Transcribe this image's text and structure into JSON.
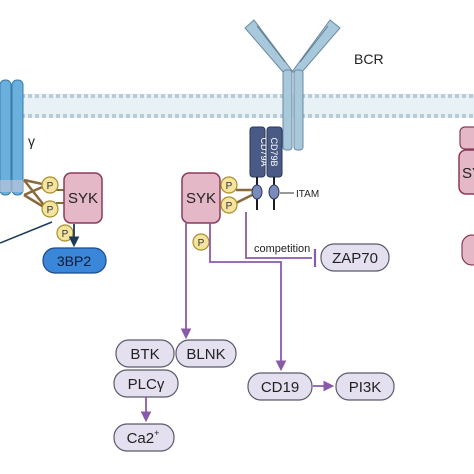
{
  "labels": {
    "bcr": "BCR",
    "gamma": "γ",
    "cd79a": "CD79A",
    "cd79b": "CD79B",
    "itam": "ITAM",
    "competition": "competition",
    "p": "P"
  },
  "nodes": {
    "syk_left": "SYK",
    "syk_center": "SYK",
    "syk_right_partial": "SY",
    "bp2": "3BP2",
    "zap70": "ZAP70",
    "btk": "BTK",
    "blnk": "BLNK",
    "plcg": "PLCγ",
    "ca2_base": "Ca2",
    "ca2_sup": "+",
    "cd19": "CD19",
    "pi3k": "PI3K"
  },
  "colors": {
    "syk_fill": "#e5b8c8",
    "syk_stroke": "#8a3a5a",
    "p_fill": "#f4e4a0",
    "p_stroke": "#a8902a",
    "node_fill": "#e4e0f0",
    "node_stroke": "#5a5a6a",
    "bp2_fill": "#3a86d8",
    "receptor_fill": "#6ab0dc",
    "cd79_fill": "#4a5a86",
    "arrow_purple": "#8a5aaa",
    "linker_brown": "#8a6a3a",
    "membrane_head": "#c8dce8"
  }
}
